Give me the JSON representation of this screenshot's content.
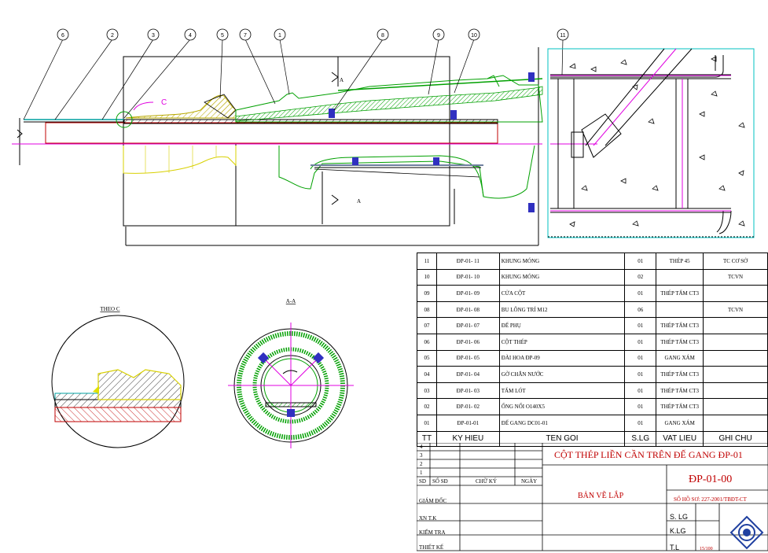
{
  "callouts": [
    "6",
    "2",
    "3",
    "4",
    "5",
    "7",
    "1",
    "8",
    "9",
    "10",
    "11"
  ],
  "detail_label": "C",
  "section_marker": "A",
  "detail_view_title": "THEO C",
  "section_view_title": "A-A",
  "bom": {
    "rows": [
      {
        "tt": "11",
        "code": "ĐP-01- 11",
        "name": "KHUNG MÓNG",
        "qty": "01",
        "material": "THÉP 45",
        "note": "TC CƠ SỞ"
      },
      {
        "tt": "10",
        "code": "ĐP-01- 10",
        "name": "KHUNG MÓNG",
        "qty": "02",
        "material": "",
        "note": "TCVN"
      },
      {
        "tt": "09",
        "code": "ĐP-01- 09",
        "name": "CỬA CỘT",
        "qty": "01",
        "material": "THÉP TẤM CT3",
        "note": ""
      },
      {
        "tt": "08",
        "code": "ĐP-01- 08",
        "name": "BU LÔNG TRÍ M12",
        "qty": "06",
        "material": "",
        "note": "TCVN"
      },
      {
        "tt": "07",
        "code": "ĐP-01- 07",
        "name": "ĐẾ PHỤ",
        "qty": "01",
        "material": "THÉP TẤM CT3",
        "note": ""
      },
      {
        "tt": "06",
        "code": "ĐP-01- 06",
        "name": "CỘT THÉP",
        "qty": "01",
        "material": "THÉP TẤM CT3",
        "note": ""
      },
      {
        "tt": "05",
        "code": "ĐP-01- 05",
        "name": "ĐÀI HOA ĐP-09",
        "qty": "01",
        "material": "GANG XÁM",
        "note": ""
      },
      {
        "tt": "04",
        "code": "ĐP-01- 04",
        "name": "GỜ CHẮN NƯỚC",
        "qty": "01",
        "material": "THÉP TẤM CT3",
        "note": ""
      },
      {
        "tt": "03",
        "code": "ĐP-01- 03",
        "name": "TẤM LÓT",
        "qty": "01",
        "material": "THÉP TẤM CT3",
        "note": ""
      },
      {
        "tt": "02",
        "code": "ĐP-01- 02",
        "name": "ỐNG NỐI O140X5",
        "qty": "01",
        "material": "THÉP TẤM CT3",
        "note": ""
      },
      {
        "tt": "01",
        "code": "ĐP-01-01",
        "name": "ĐẾ GANG DC01-01",
        "qty": "01",
        "material": "GANG XÁM",
        "note": ""
      }
    ],
    "header": {
      "tt": "TT",
      "code": "KY HIEU",
      "name": "TEN GOI",
      "qty": "S.LG",
      "material": "VAT LIEU",
      "note": "GHI CHU"
    }
  },
  "title_block": {
    "rev_rows": [
      "4",
      "3",
      "2",
      "1"
    ],
    "rev_header": {
      "sd": "SD",
      "so_sd": "SỐ SĐ",
      "chu_ky": "CHỮ KÝ",
      "ngay": "NGÀY"
    },
    "project_title": "CỘT THÉP LIỀN CẦN TRÊN ĐẾ GANG ĐP-01",
    "drawing_code": "ĐP-01-00",
    "drawing_type": "BẢN VẼ LẮP",
    "file_no": "SỐ HỒ SƠ: 227-2001/TBĐT-CT",
    "roles": [
      "GIÁM ĐỐC",
      "XN T.K",
      "KIỂM TRA",
      "THIẾT KẾ"
    ],
    "s_lg": "S. LG",
    "k_lg": "K.LG",
    "tl": "T.L",
    "scale": "15/100"
  }
}
